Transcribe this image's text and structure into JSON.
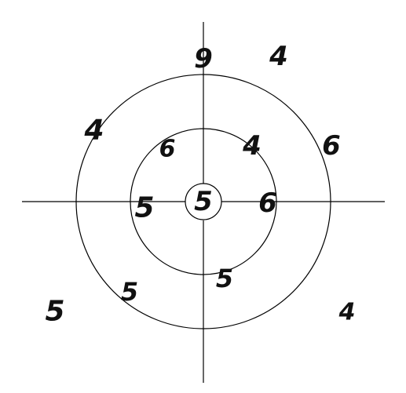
{
  "diagram": {
    "labels": {
      "top_axis": "9",
      "top_right_outside": "4",
      "outer_upper_left": "4",
      "outer_upper_right": "6",
      "inner_upper_left": "6",
      "inner_upper_right": "4",
      "inner_left": "5",
      "center": "5",
      "inner_right": "6",
      "inner_bottom": "5",
      "outer_lower_left": "5",
      "bottom_left_outside": "5",
      "bottom_right_outside": "4"
    }
  }
}
